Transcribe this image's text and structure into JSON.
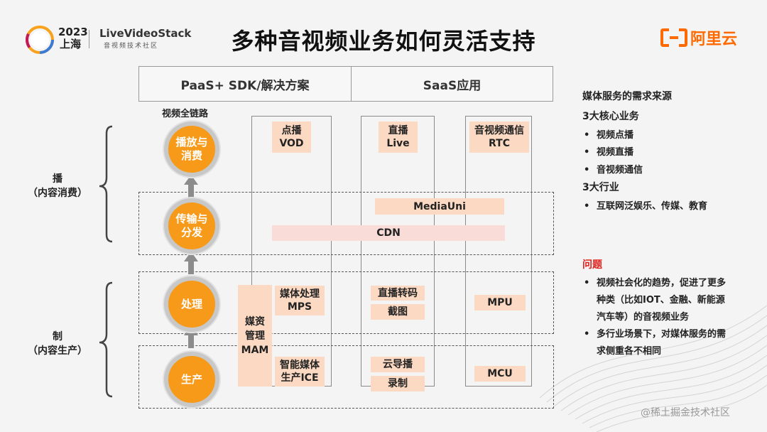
{
  "header": {
    "title": "多种音视频业务如何灵活支持",
    "event_year": "2023",
    "event_city": "上海",
    "brand_name": "LiveVideoStack",
    "brand_sub": "音视频技术社区",
    "vendor": "阿里云"
  },
  "columns": {
    "paas": "PaaS+ SDK/解决方案",
    "saas": "SaaS应用"
  },
  "chain_label": "视频全链路",
  "stages": [
    {
      "label_lines": [
        "播放与",
        "消费"
      ]
    },
    {
      "label_lines": [
        "传输与",
        "分发"
      ]
    },
    {
      "label_lines": [
        "处理"
      ]
    },
    {
      "label_lines": [
        "生产"
      ]
    }
  ],
  "side_groups": [
    {
      "title": "播",
      "subtitle": "（内容消费）"
    },
    {
      "title": "制",
      "subtitle": "（内容生产）"
    }
  ],
  "tags": {
    "vod": "点播\nVOD",
    "live": "直播\nLive",
    "rtc": "音视频通信\nRTC",
    "mediauni": "MediaUni",
    "cdn": "CDN",
    "mps": "媒体处理\nMPS",
    "transcode": "直播转码",
    "snapshot": "截图",
    "mpu": "MPU",
    "mam": "媒资\n管理\nMAM",
    "ice": "智能媒体\n生产ICE",
    "cloud_director": "云导播",
    "record": "录制",
    "mcu": "MCU"
  },
  "right_panel": {
    "source_title": "媒体服务的需求来源",
    "core_title": "3大核心业务",
    "core_items": [
      "视频点播",
      "视频直播",
      "音视频通信"
    ],
    "industry_title": "3大行业",
    "industry_items": [
      "互联网泛娱乐、传媒、教育"
    ],
    "problem_title": "问题",
    "problem_items": [
      [
        "视频社会化的趋势，促进了更多",
        "种类（比如IOT、金融、新能源",
        "汽车等）的音视频业务"
      ],
      [
        "多行业场景下，对媒体服务的需",
        "求侧重各不相同"
      ]
    ]
  },
  "watermark": "@稀土掘金技术社区",
  "colors": {
    "accent_orange": "#f79a1a",
    "tag_fill": "#fbd9c2",
    "problem_red": "#e0201a",
    "vendor_orange": "#ff6a00"
  }
}
